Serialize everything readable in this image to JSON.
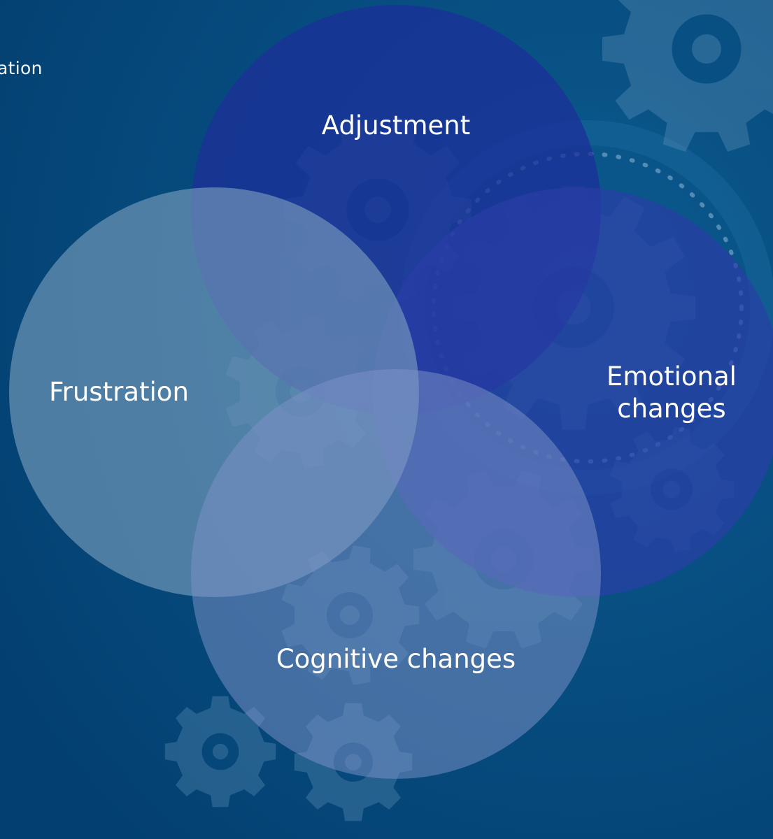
{
  "slide": {
    "clipped_text": "ation",
    "background_color": "#044a7e"
  },
  "venn": {
    "circles": [
      {
        "id": "adjustment",
        "label": "Adjustment",
        "color": "#1c2f9a"
      },
      {
        "id": "frustration",
        "label": "Frustration",
        "color": "#7d9fbe"
      },
      {
        "id": "emotional",
        "label": "Emotional\nchanges",
        "color": "#2a3fa6"
      },
      {
        "id": "cognitive",
        "label": "Cognitive changes",
        "color": "#7d92c8"
      }
    ]
  },
  "decor": {
    "gear_icons": 9,
    "gear_color": "#6f9fc4"
  }
}
